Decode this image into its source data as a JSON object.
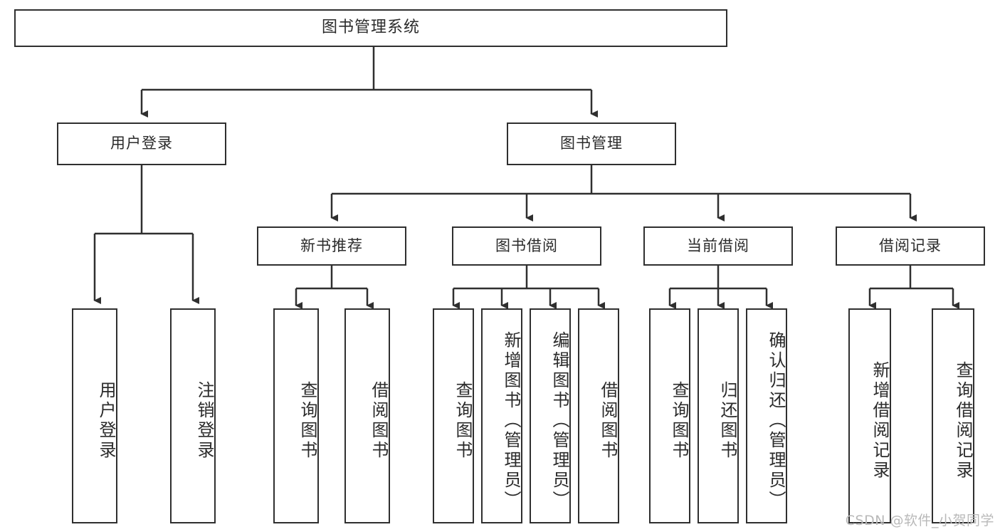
{
  "diagram": {
    "title": "图书管理系统",
    "watermark": "CSDN @软件_小贺同学",
    "colors": {
      "stroke": "#2f2f2f",
      "text": "#2b2b2b",
      "background": "#ffffff",
      "watermark": "#b9b9b9"
    },
    "levels": {
      "root": {
        "label": "图书管理系统"
      },
      "level2": [
        {
          "label": "用户登录"
        },
        {
          "label": "图书管理"
        }
      ],
      "level3": [
        {
          "label": "新书推荐"
        },
        {
          "label": "图书借阅"
        },
        {
          "label": "当前借阅"
        },
        {
          "label": "借阅记录"
        }
      ],
      "leaves": {
        "user_login": [
          {
            "label": "用户登录"
          },
          {
            "label": "注销登录"
          }
        ],
        "new_book_recommend": [
          {
            "label": "查询图书"
          },
          {
            "label": "借阅图书"
          }
        ],
        "book_borrow": [
          {
            "label": "查询图书"
          },
          {
            "label": "新增图书（管理员）"
          },
          {
            "label": "编辑图书（管理员）"
          },
          {
            "label": "借阅图书"
          }
        ],
        "current_borrow": [
          {
            "label": "查询图书"
          },
          {
            "label": "归还图书"
          },
          {
            "label": "确认归还（管理员）"
          }
        ],
        "borrow_record": [
          {
            "label": "新增借阅记录"
          },
          {
            "label": "查询借阅记录"
          }
        ]
      }
    }
  }
}
